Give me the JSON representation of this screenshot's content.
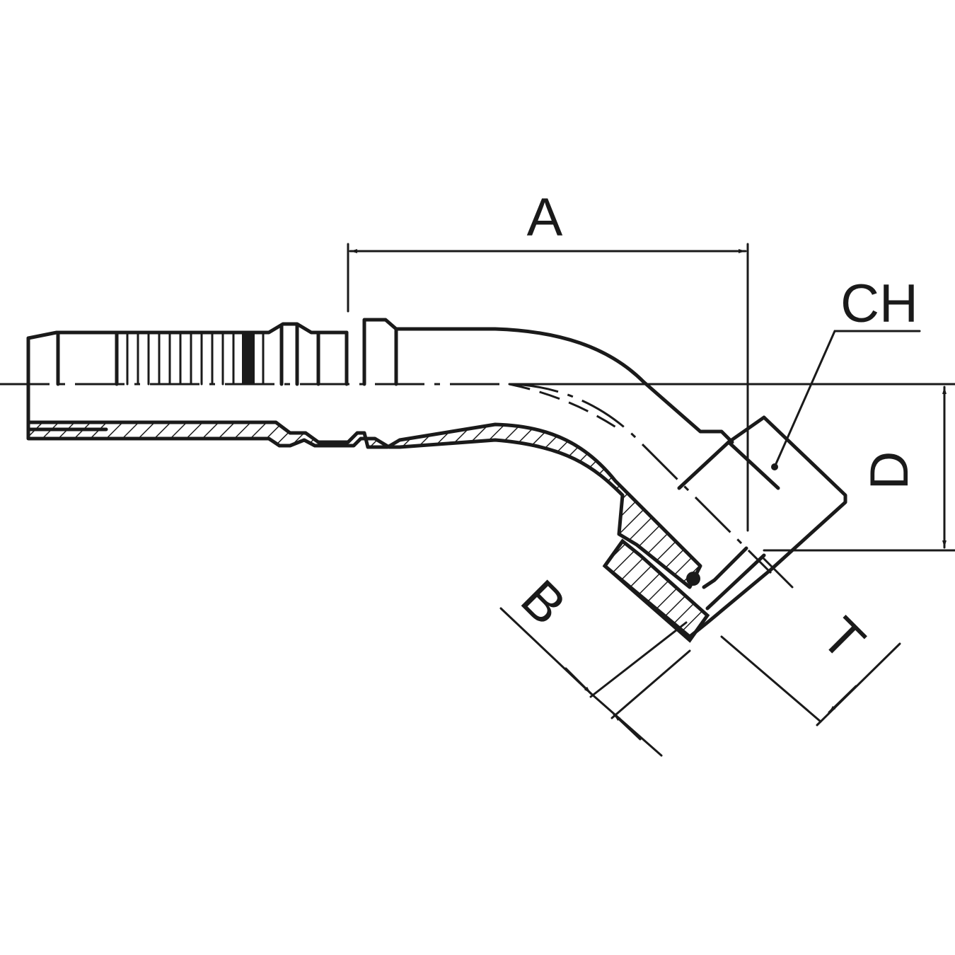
{
  "drawing": {
    "labels": {
      "a": "A",
      "ch": "CH",
      "d": "D",
      "b": "B",
      "t": "T"
    },
    "colors": {
      "line": "#1a1a1a",
      "background": "#ffffff"
    }
  }
}
